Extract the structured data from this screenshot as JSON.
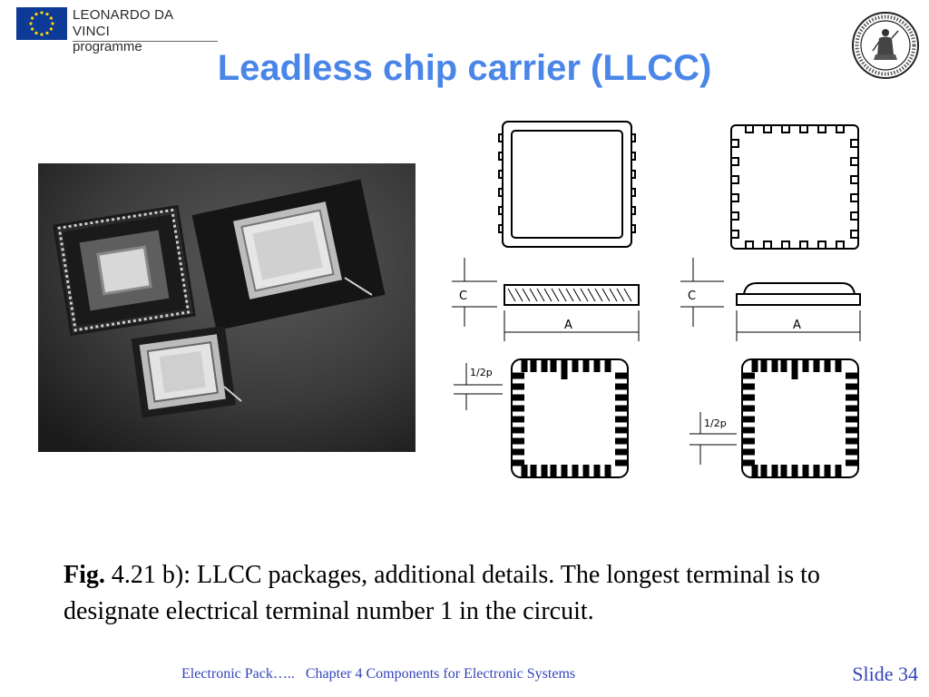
{
  "logo": {
    "line1": "LEONARDO DA VINCI",
    "line2": "programme"
  },
  "title": "Leadless chip carrier (LLCC)",
  "drawings": {
    "dim_c": "C",
    "dim_a": "A",
    "dim_half_p": "1/2p"
  },
  "caption": {
    "fig_label": "Fig.",
    "text": " 4.21 b): LLCC packages, additional details. The longest terminal is to designate electrical terminal number 1 in the circuit."
  },
  "footer": {
    "course": "Electronic Pack…..",
    "chapter": "Chapter 4 Components for Electronic Systems",
    "slide": "Slide 34"
  },
  "colors": {
    "title": "#4a86e8",
    "footer": "#3344bb",
    "eu_blue": "#0d3a96",
    "eu_star": "#ffd700"
  }
}
